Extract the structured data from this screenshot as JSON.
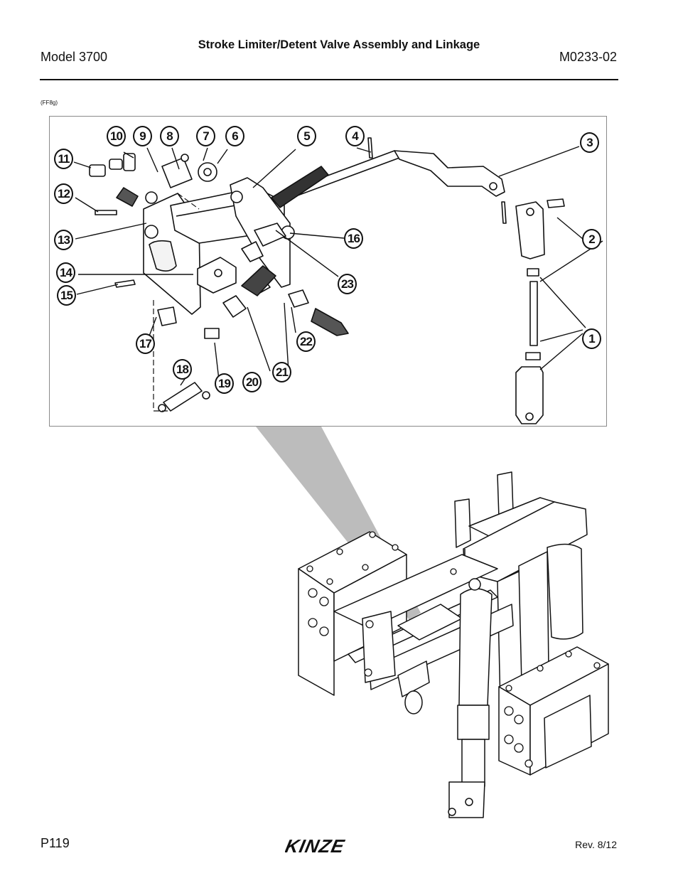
{
  "header": {
    "title": "Stroke Limiter/Detent Valve Assembly and Linkage",
    "model": "Model 3700",
    "doc_number": "M0233-02"
  },
  "figure_code": "(FF8g)",
  "callouts": [
    "1",
    "2",
    "3",
    "4",
    "5",
    "6",
    "7",
    "8",
    "9",
    "10",
    "11",
    "12",
    "13",
    "14",
    "15",
    "16",
    "17",
    "18",
    "19",
    "20",
    "21",
    "22",
    "23"
  ],
  "footer": {
    "page": "P119",
    "logo_text": "KINZE",
    "revision": "Rev. 8/12"
  }
}
